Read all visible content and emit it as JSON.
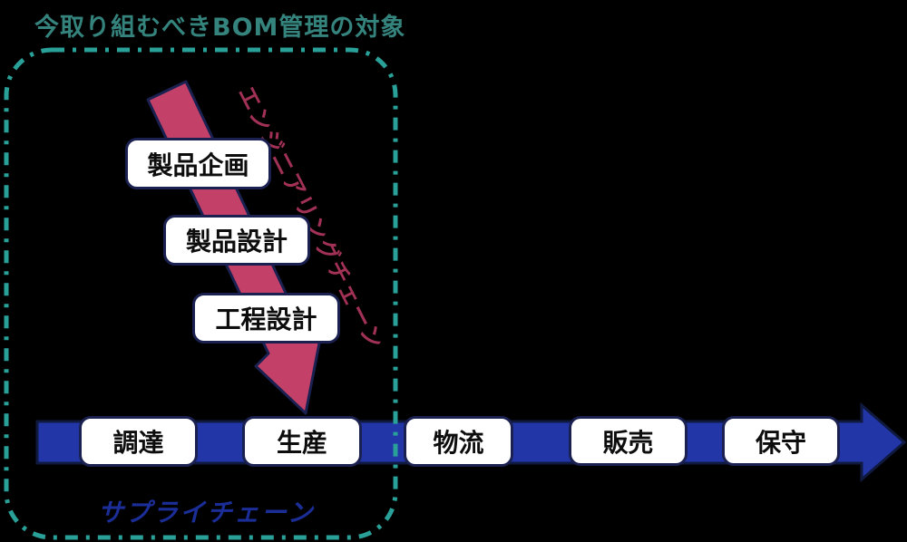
{
  "title": "今取り組むべきBOM管理の対象",
  "engineering_chain": {
    "label": "エンジニアリングチェーン",
    "stages": [
      "製品企画",
      "製品設計",
      "工程設計"
    ]
  },
  "supply_chain": {
    "label": "サプライチェーン",
    "stages": [
      "調達",
      "生産",
      "物流",
      "販売",
      "保守"
    ]
  },
  "colors": {
    "background": "#000000",
    "title_teal": "#35837d",
    "dashed_border_teal": "#2aa198",
    "engineering_arrow_pink": "#c34169",
    "engineering_label_pink": "#a23156",
    "supply_arrow_blue": "#2236a8",
    "supply_label_navy": "#1b2d96",
    "box_border_navy": "#1a2150",
    "box_background": "#ffffff",
    "box_text": "#0d0d0d"
  }
}
